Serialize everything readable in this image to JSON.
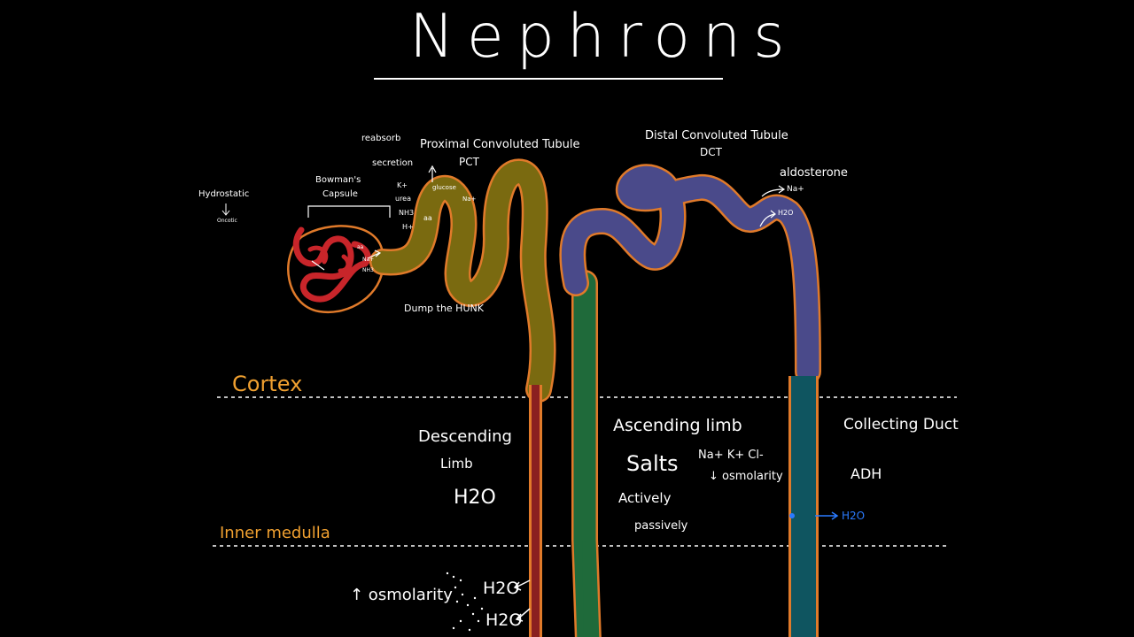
{
  "title": "Nephrons",
  "regions": {
    "cortex": "Cortex",
    "inner_medulla": "Inner medulla"
  },
  "labels": {
    "reabsorb": "reabsorb",
    "secretion": "secretion",
    "pct_name": "Proximal Convoluted Tubule",
    "pct_abbr": "PCT",
    "bowmans": "Bowman's",
    "capsule": "Capsule",
    "hydrostatic": "Hydrostatic",
    "oncotic": "Oncotic",
    "glucose": "glucose",
    "k_plus": "K+",
    "urea": "urea",
    "nh3": "NH3",
    "h_plus": "H+",
    "aa_pct": "aa",
    "na_pct": "Na+",
    "aa_glom": "aa",
    "na_glom": "Na+",
    "nh3_glom": "NH3",
    "dump_hunk": "Dump the HUNK",
    "dct_name": "Distal Convoluted Tubule",
    "dct_abbr": "DCT",
    "aldosterone": "aldosterone",
    "na_dct": "Na+",
    "h2o_dct": "H2O",
    "descending": "Descending",
    "limb": "Limb",
    "h2o_desc": "H2O",
    "ascending": "Ascending limb",
    "salts": "Salts",
    "ions": "Na+ K+ Cl-",
    "osmolarity_down": "↓ osmolarity",
    "actively": "Actively",
    "passively": "passively",
    "collecting_duct": "Collecting Duct",
    "adh": "ADH",
    "h2o_cd": "H2O",
    "osmolarity_up": "↑ osmolarity",
    "h2o_bottom_1": "H2O",
    "h2o_bottom_2": "H2O"
  },
  "colors": {
    "background": "#000000",
    "text": "#ffffff",
    "outline": "#e07a2a",
    "glomerulus": "#c8252a",
    "pct": "#7a6a10",
    "descending_limb": "#8a2020",
    "ascending_limb": "#1f6a3a",
    "dct": "#4a4a8a",
    "collecting_duct": "#0f5560",
    "region_label": "#f0a030",
    "arrow_blue": "#2b7bff"
  }
}
